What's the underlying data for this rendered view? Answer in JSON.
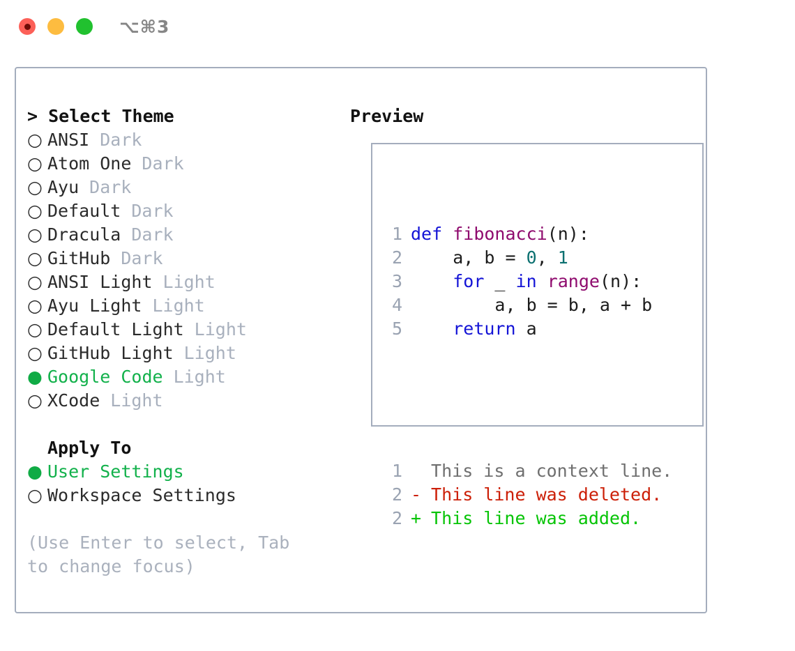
{
  "titlebar": {
    "shortcut": "⌥⌘3",
    "buttons": [
      {
        "name": "close",
        "color": "#fc6058"
      },
      {
        "name": "minimize",
        "color": "#fdbc40"
      },
      {
        "name": "zoom",
        "color": "#21c12f"
      }
    ]
  },
  "theme_picker": {
    "heading": "> Select Theme",
    "bullet_off": "○",
    "bullet_on": "●",
    "options": [
      {
        "label": "ANSI",
        "variant": "Dark",
        "selected": false
      },
      {
        "label": "Atom One",
        "variant": "Dark",
        "selected": false
      },
      {
        "label": "Ayu",
        "variant": "Dark",
        "selected": false
      },
      {
        "label": "Default",
        "variant": "Dark",
        "selected": false
      },
      {
        "label": "Dracula",
        "variant": "Dark",
        "selected": false
      },
      {
        "label": "GitHub",
        "variant": "Dark",
        "selected": false
      },
      {
        "label": "ANSI Light",
        "variant": "Light",
        "selected": false
      },
      {
        "label": "Ayu Light",
        "variant": "Light",
        "selected": false
      },
      {
        "label": "Default Light",
        "variant": "Light",
        "selected": false
      },
      {
        "label": "GitHub Light",
        "variant": "Light",
        "selected": false
      },
      {
        "label": "Google Code",
        "variant": "Light",
        "selected": true
      },
      {
        "label": "XCode",
        "variant": "Light",
        "selected": false
      }
    ]
  },
  "apply_to": {
    "heading": "Apply To",
    "options": [
      {
        "label": "User Settings",
        "selected": true
      },
      {
        "label": "Workspace Settings",
        "selected": false
      }
    ]
  },
  "hint": "(Use Enter to select, Tab to change focus)",
  "preview": {
    "heading": "Preview",
    "code_lines": [
      {
        "num": "1",
        "tokens": [
          {
            "t": "def ",
            "c": "tok-kw"
          },
          {
            "t": "fibonacci",
            "c": "tok-fn"
          },
          {
            "t": "(n):",
            "c": "tok-plain"
          }
        ]
      },
      {
        "num": "2",
        "tokens": [
          {
            "t": "    a, b = ",
            "c": "tok-plain"
          },
          {
            "t": "0",
            "c": "tok-num"
          },
          {
            "t": ", ",
            "c": "tok-plain"
          },
          {
            "t": "1",
            "c": "tok-num"
          }
        ]
      },
      {
        "num": "3",
        "tokens": [
          {
            "t": "    ",
            "c": "tok-plain"
          },
          {
            "t": "for",
            "c": "tok-kw"
          },
          {
            "t": " _ ",
            "c": "tok-plain"
          },
          {
            "t": "in",
            "c": "tok-kw"
          },
          {
            "t": " ",
            "c": "tok-plain"
          },
          {
            "t": "range",
            "c": "tok-fn"
          },
          {
            "t": "(n):",
            "c": "tok-plain"
          }
        ]
      },
      {
        "num": "4",
        "tokens": [
          {
            "t": "        a, b = b, a + b",
            "c": "tok-plain"
          }
        ]
      },
      {
        "num": "5",
        "tokens": [
          {
            "t": "    ",
            "c": "tok-plain"
          },
          {
            "t": "return",
            "c": "tok-kw"
          },
          {
            "t": " a",
            "c": "tok-plain"
          }
        ]
      }
    ],
    "diff_lines": [
      {
        "num": "1",
        "marker": " ",
        "text": " This is a context line.",
        "kind": "diff-ctx"
      },
      {
        "num": "2",
        "marker": "-",
        "text": " This line was deleted.",
        "kind": "diff-del"
      },
      {
        "num": "2",
        "marker": "+",
        "text": " This line was added.",
        "kind": "diff-add"
      }
    ]
  },
  "colors": {
    "accent_green": "#12b14b",
    "diff_add": "#06c406",
    "diff_del": "#cc1f07",
    "border": "#a4adbd",
    "muted": "#a8b0bd"
  }
}
